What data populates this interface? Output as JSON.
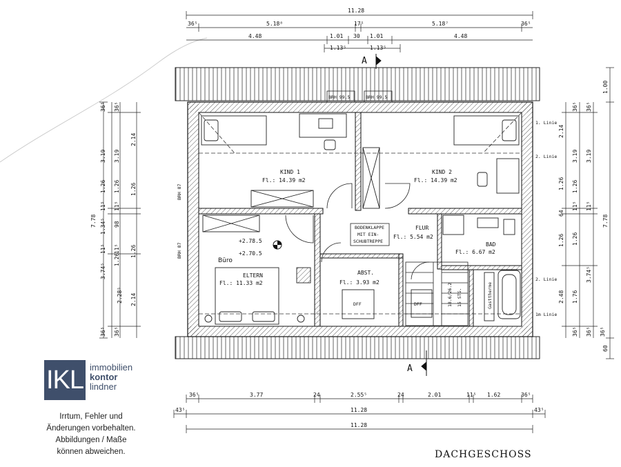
{
  "plan": {
    "title": "DACHGESCHOSS",
    "section_marker": "A",
    "rooms": [
      {
        "name": "KIND 1",
        "area": "Fl.: 14.39 m2"
      },
      {
        "name": "KIND 2",
        "area": "Fl.: 14.39 m2"
      },
      {
        "name": "ELTERN",
        "area": "Fl.: 11.33 m2"
      },
      {
        "name": "FLUR",
        "area": "Fl.: 5.54 m2"
      },
      {
        "name": "BAD",
        "area": "Fl.: 6.67 m2"
      },
      {
        "name": "ABST.",
        "area": "Fl.: 3.93 m2"
      }
    ],
    "buero_label": "Büro",
    "bodenklappe": [
      "BODENKLAPPE",
      "MIT EIN-",
      "SCHUBTREPPE"
    ],
    "elevations": [
      "+2.78.5",
      "+2.70.5"
    ],
    "brh_labels": [
      "BRH 99.5",
      "BRH 99.5",
      "BRH 87",
      "BRH 87"
    ],
    "stair_labels": [
      "15 STG.",
      "18.6/26.2"
    ],
    "dff": "DFF",
    "gaeste": "Gasttherme",
    "linie": [
      "1. Linie",
      "2. Linie",
      "2. Linie",
      "1m Linie"
    ]
  },
  "dimensions": {
    "top_total": "11.28",
    "top_row2": [
      "36⁵",
      "5.18⁸",
      "17⁵",
      "5.18⁷",
      "36⁵"
    ],
    "top_row3": [
      "4.48",
      "1.01",
      "30",
      "1.01",
      "4.48"
    ],
    "top_row4": [
      "1.13⁵",
      "1.13⁵"
    ],
    "bottom_row1": [
      "36⁵",
      "3.77",
      "24",
      "2.55⁵",
      "24",
      "2.01",
      "11⁵",
      "1.62",
      "36⁵"
    ],
    "bottom_row2": [
      "43⁵",
      "11.28",
      "43⁵"
    ],
    "bottom_row3": "11.28",
    "left_total": "7.78",
    "left_a": [
      "36⁵",
      "3.19",
      "1.26",
      "11⁵",
      "1.34⁵",
      "11⁵",
      "3.74⁵",
      "2.28⁵",
      "36⁵"
    ],
    "left_b": [
      "36⁵",
      "3.19",
      "1.26",
      "11⁵",
      "98",
      "11⁵",
      "1.26",
      "36⁵"
    ],
    "left_c": [
      "2.14",
      "1.26",
      "1.26",
      "2.14"
    ],
    "right_a": [
      "2.14",
      "1.26",
      "64",
      "1.26",
      "2.48",
      "36⁵"
    ],
    "right_b": [
      "36⁵",
      "3.19",
      "1.26",
      "11⁵",
      "1.26",
      "1.76",
      "36⁵"
    ],
    "right_c": [
      "36⁵",
      "3.19",
      "11⁵",
      "3.74⁵",
      "36⁵"
    ],
    "right_total": "7.78",
    "right_top": "1.00",
    "right_bottom": "60"
  },
  "logo": {
    "mark": "IKL",
    "line1": "immobilien",
    "line2": "kontor",
    "line3": "lindner"
  },
  "disclaimer": [
    "Irrtum, Fehler und",
    "Änderungen vorbehalten.",
    "Abbildungen / Maße",
    "können abweichen."
  ]
}
